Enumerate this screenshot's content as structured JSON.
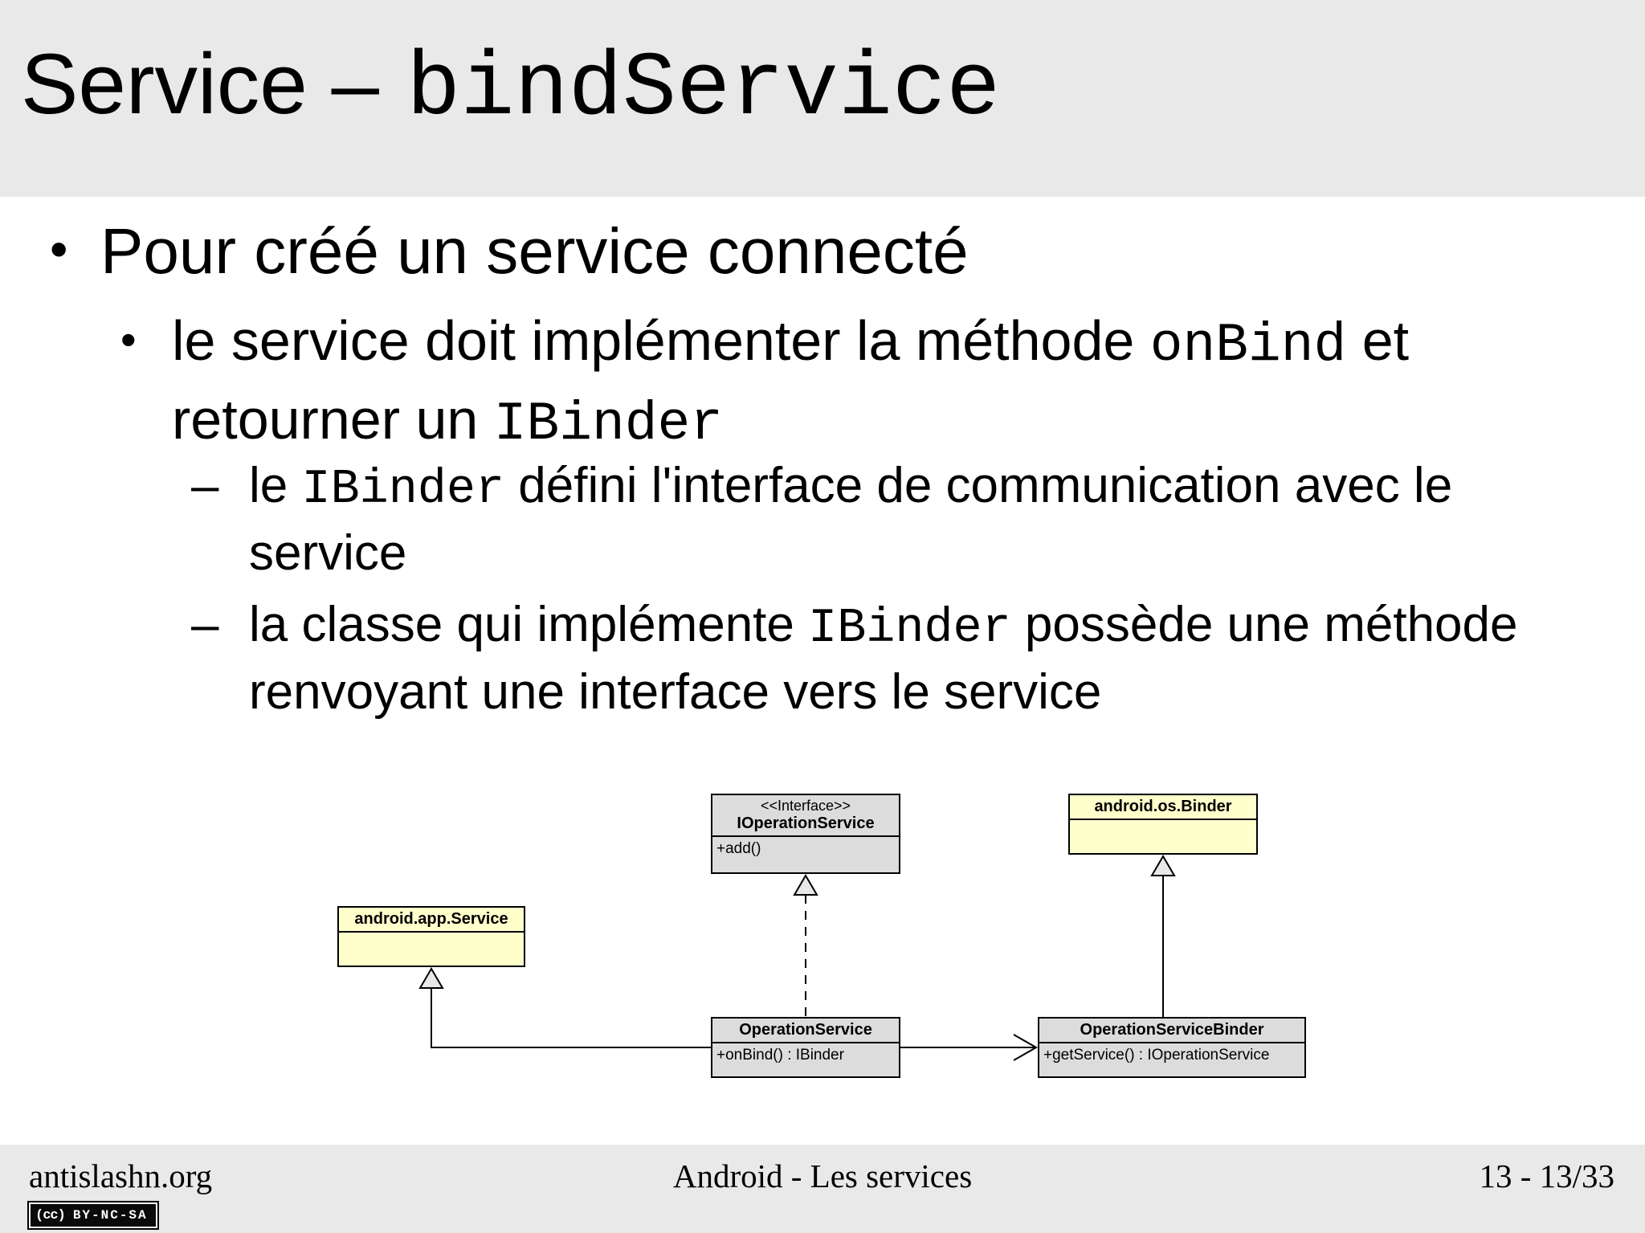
{
  "colors": {
    "band_background": "#e9e9e9",
    "body_background": "#ffffff",
    "uml_gray_fill": "#dcdcdc",
    "uml_yellow_fill": "#ffffcc",
    "text": "#000000"
  },
  "title": {
    "regular": "Service –",
    "code": "bindService"
  },
  "bullets": {
    "level1": {
      "marker": "•",
      "text": "Pour créé un service connecté"
    },
    "level2": {
      "marker": "•",
      "run1": "le service doit implémenter la méthode ",
      "code1": "onBind",
      "run2": " et retourner un ",
      "code2": "IBinder"
    },
    "level3a": {
      "marker": "–",
      "run1": "le ",
      "code1": "IBinder",
      "run2": " défini l'interface de communication avec le service"
    },
    "level3b": {
      "marker": "–",
      "run1": "la classe qui implémente ",
      "code1": "IBinder",
      "run2": " possède une méthode renvoyant une interface vers le service"
    }
  },
  "diagram": {
    "classes": [
      {
        "stereotype": "<<Interface>>",
        "name": "IOperationService",
        "member": "+add()",
        "fill": "#dcdcdc"
      },
      {
        "name": "android.os.Binder",
        "member": "",
        "fill": "#ffffcc"
      },
      {
        "name": "android.app.Service",
        "member": "",
        "fill": "#ffffcc"
      },
      {
        "name": "OperationService",
        "member": "+onBind() : IBinder",
        "fill": "#dcdcdc"
      },
      {
        "name": "OperationServiceBinder",
        "member": "+getService() : IOperationService",
        "fill": "#dcdcdc"
      }
    ]
  },
  "footer": {
    "left": "antislashn.org",
    "center": "Android - Les services",
    "right": "13 - 13/33",
    "cc_icon": "(cc)",
    "cc_label": "BY-NC-SA"
  }
}
